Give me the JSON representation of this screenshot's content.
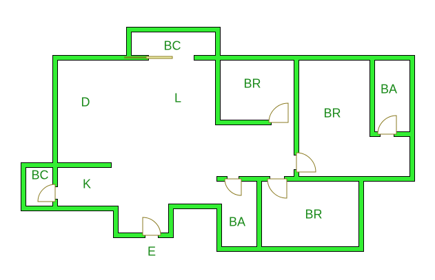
{
  "rooms": [
    {
      "id": "bc-top",
      "label": "BC"
    },
    {
      "id": "d",
      "label": "D"
    },
    {
      "id": "l",
      "label": "L"
    },
    {
      "id": "br1",
      "label": "BR"
    },
    {
      "id": "br2",
      "label": "BR"
    },
    {
      "id": "ba1",
      "label": "BA"
    },
    {
      "id": "bc-left",
      "label": "BC"
    },
    {
      "id": "k",
      "label": "K"
    },
    {
      "id": "ba2",
      "label": "BA"
    },
    {
      "id": "br3",
      "label": "BR"
    },
    {
      "id": "e",
      "label": "E"
    }
  ],
  "colors": {
    "wall": "#33ee33",
    "wall_outline": "#000000",
    "label": "#1a8a1a",
    "door": "#8a7a20"
  }
}
